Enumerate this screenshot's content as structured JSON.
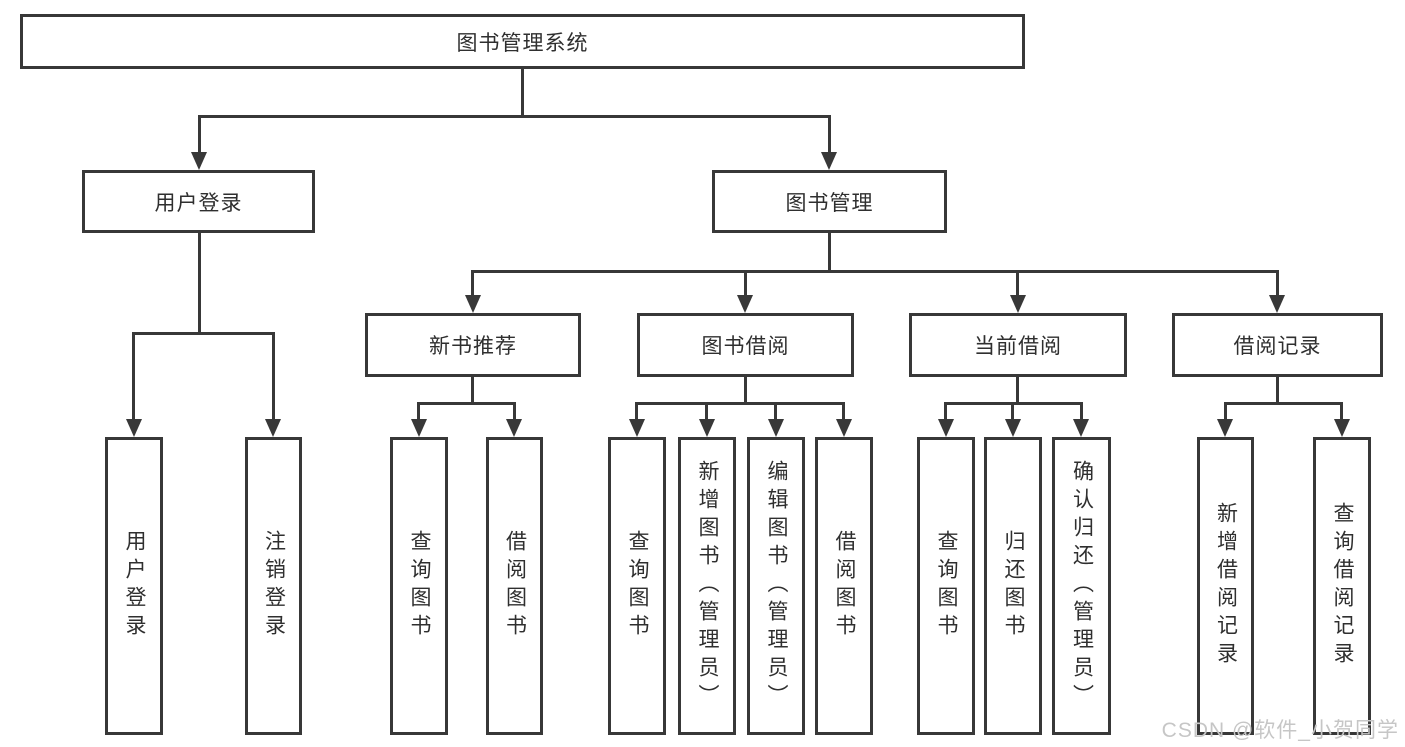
{
  "nodes": {
    "root": {
      "label": "图书管理系统"
    },
    "user_login": {
      "label": "用户登录"
    },
    "book_mgmt": {
      "label": "图书管理"
    },
    "new_book_rec": {
      "label": "新书推荐"
    },
    "book_borrow": {
      "label": "图书借阅"
    },
    "current_borrow": {
      "label": "当前借阅"
    },
    "borrow_records": {
      "label": "借阅记录"
    },
    "leaf_user_login": {
      "label": "用户登录"
    },
    "leaf_logout": {
      "label": "注销登录"
    },
    "leaf_query_book_1": {
      "label": "查询图书"
    },
    "leaf_borrow_book_1": {
      "label": "借阅图书"
    },
    "leaf_query_book_2": {
      "label": "查询图书"
    },
    "leaf_add_book": {
      "label": "新增图书（管理员）"
    },
    "leaf_edit_book": {
      "label": "编辑图书（管理员）"
    },
    "leaf_borrow_book_2": {
      "label": "借阅图书"
    },
    "leaf_query_book_3": {
      "label": "查询图书"
    },
    "leaf_return_book": {
      "label": "归还图书"
    },
    "leaf_confirm_return": {
      "label": "确认归还（管理员）"
    },
    "leaf_add_record": {
      "label": "新增借阅记录"
    },
    "leaf_query_record": {
      "label": "查询借阅记录"
    }
  },
  "structure": {
    "root": "图书管理系统",
    "children": [
      {
        "label": "用户登录",
        "children": [
          "用户登录",
          "注销登录"
        ]
      },
      {
        "label": "图书管理",
        "children": [
          {
            "label": "新书推荐",
            "children": [
              "查询图书",
              "借阅图书"
            ]
          },
          {
            "label": "图书借阅",
            "children": [
              "查询图书",
              "新增图书（管理员）",
              "编辑图书（管理员）",
              "借阅图书"
            ]
          },
          {
            "label": "当前借阅",
            "children": [
              "查询图书",
              "归还图书",
              "确认归还（管理员）"
            ]
          },
          {
            "label": "借阅记录",
            "children": [
              "新增借阅记录",
              "查询借阅记录"
            ]
          }
        ]
      }
    ]
  },
  "watermark": {
    "text": "CSDN @软件_小贺同学"
  },
  "colors": {
    "line": "#383838",
    "text": "#2f2f2f",
    "watermark": "#c6c6c6",
    "background": "#ffffff"
  }
}
